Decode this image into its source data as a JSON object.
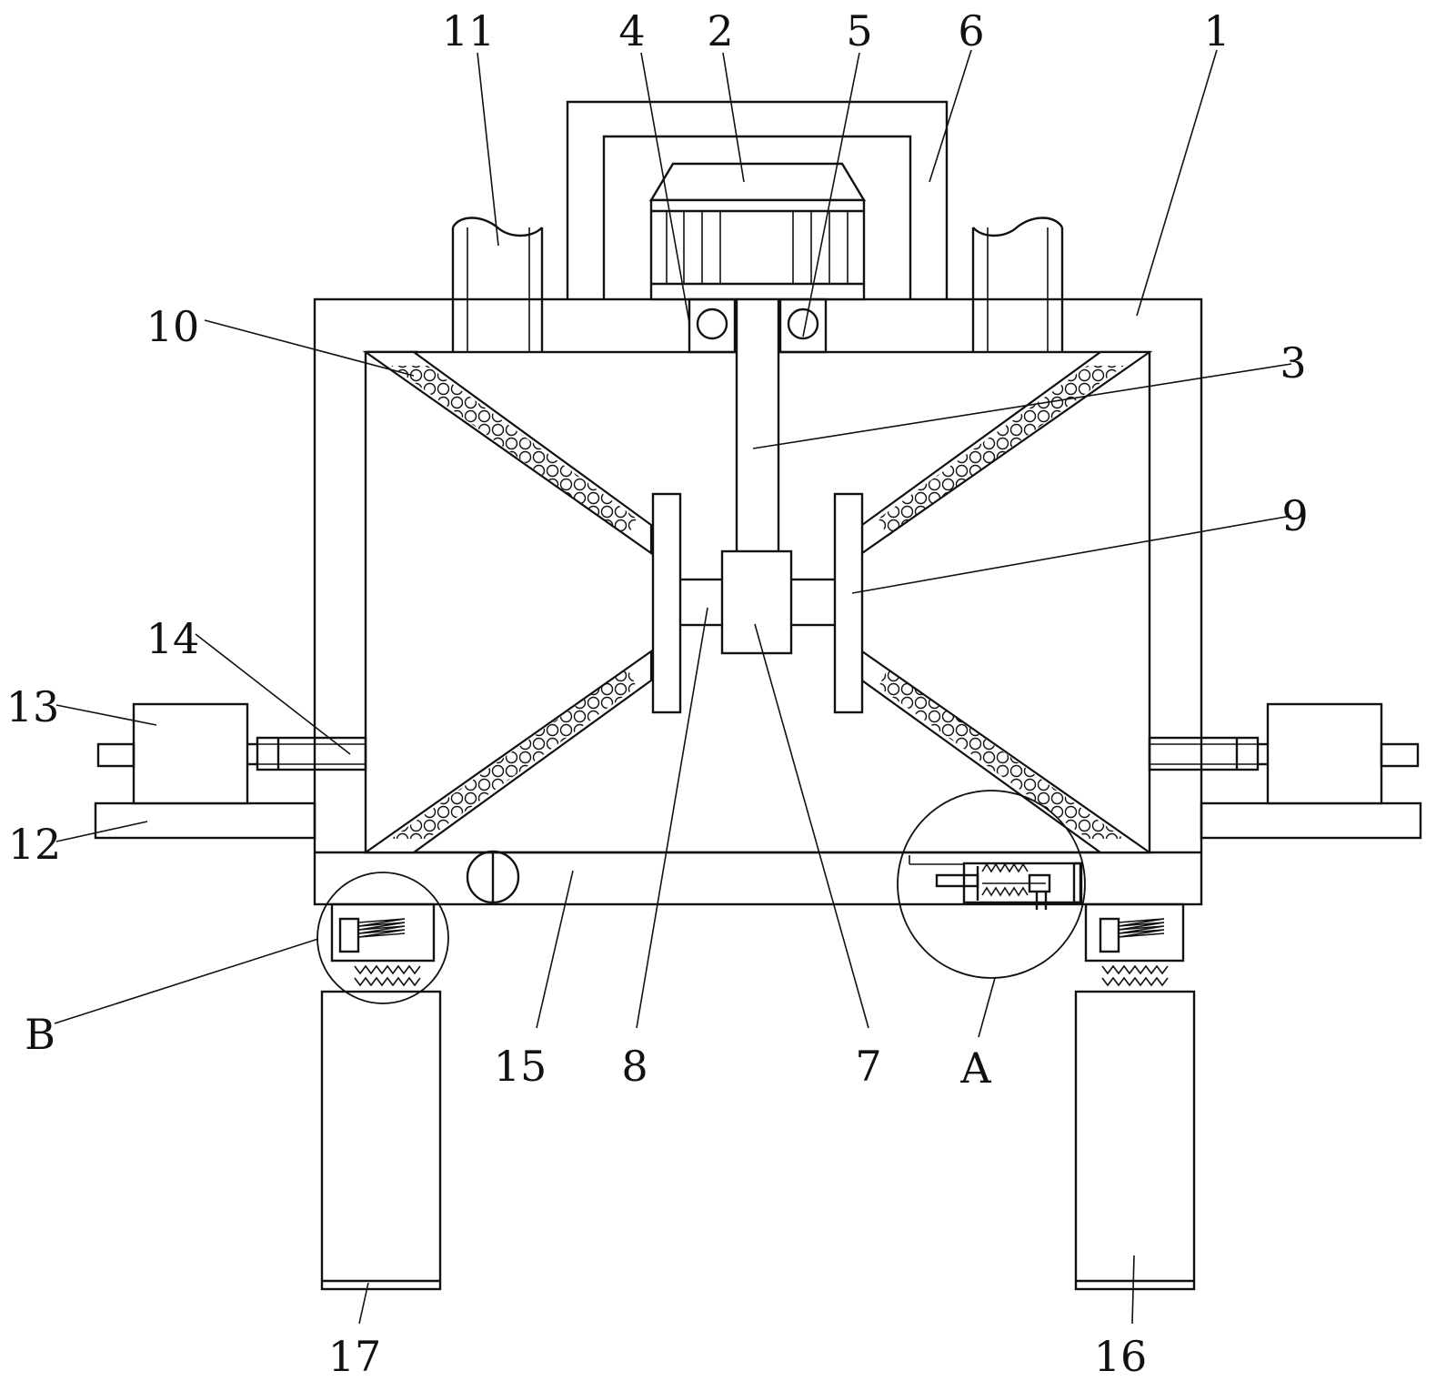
{
  "labels": {
    "l1": "1",
    "l2": "2",
    "l3": "3",
    "l4": "4",
    "l5": "5",
    "l6": "6",
    "l7": "7",
    "l8": "8",
    "l9": "9",
    "l10": "10",
    "l11": "11",
    "l12": "12",
    "l13": "13",
    "l14": "14",
    "l15": "15",
    "l16": "16",
    "l17": "17",
    "lA": "A",
    "lB": "B"
  },
  "colors": {
    "line": "#111111",
    "background": "#ffffff"
  }
}
